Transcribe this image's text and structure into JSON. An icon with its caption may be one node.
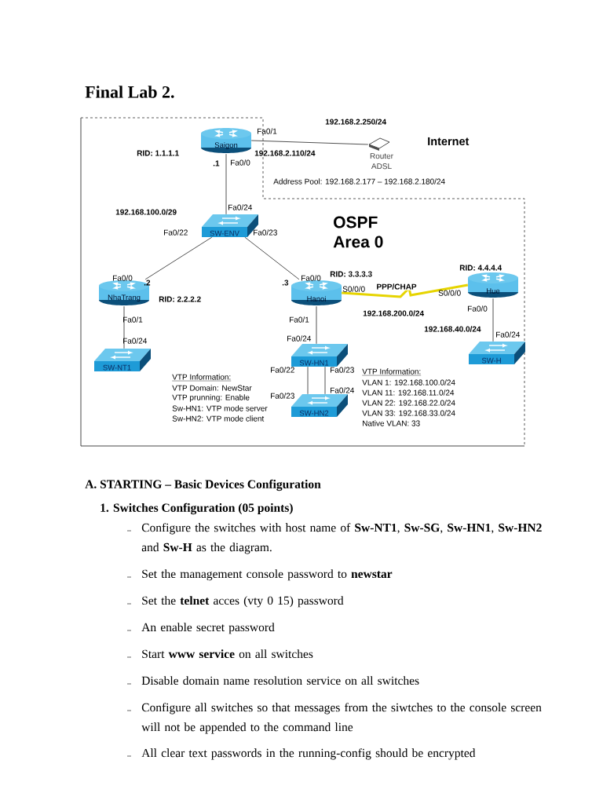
{
  "diagram": {
    "title": "Final Lab 2.",
    "nodes": [
      {
        "text": [
          "Saigon"
        ]
      },
      {
        "text": [],
        "shape": "box",
        "beside": [
          "Router ADSL"
        ]
      },
      {
        "text": [
          "SW-ENV"
        ]
      },
      {
        "text": [
          "NhaTrang"
        ]
      },
      {
        "text": [
          "Hanoi"
        ]
      },
      {
        "text": [
          "Hue"
        ]
      },
      {
        "text": [
          "SW-NT1"
        ]
      },
      {
        "text": [
          "SW-HN1"
        ]
      },
      {
        "text": [
          "SW-H"
        ]
      },
      {
        "text": [
          "SW-HN2"
        ]
      }
    ],
    "edges": [
      {
        "from": 0,
        "to": 1,
        "arrow": "none"
      },
      {
        "from": 0,
        "to": 2,
        "arrow": "none"
      },
      {
        "from": 2,
        "to": 3,
        "arrow": "none"
      },
      {
        "from": 2,
        "to": 4,
        "arrow": "none"
      },
      {
        "from": 3,
        "to": 6,
        "arrow": "none"
      },
      {
        "from": 4,
        "to": 7,
        "arrow": "none"
      },
      {
        "from": 4,
        "to": 5,
        "arrow": "none",
        "label": "PPP/CHAP",
        "style": "thick",
        "color": "#e6d400"
      },
      {
        "from": 5,
        "to": 8,
        "arrow": "none"
      },
      {
        "from": 7,
        "to": 9,
        "arrow": "none"
      },
      {
        "from": 7,
        "to": 9,
        "arrow": "none"
      }
    ],
    "labels": [
      "192.168.2.250/24",
      "Fa0/1",
      "Internet",
      "RID: 1.1.1.1",
      "192.168.2.110/24",
      ".1",
      "Fa0/0",
      "Address Pool: 192.168.2.177 – 192.168.2.180/24",
      "Fa0/24",
      "192.168.100.0/29",
      "OSPF",
      "Fa0/22",
      "Fa0/23",
      "Area 0",
      "Fa0/0",
      ".2",
      ".3",
      "Fa0/0",
      "RID: 3.3.3.3",
      "RID: 4.4.4.4",
      "S0/0/0",
      "S0/0/0",
      "RID: 2.2.2.2",
      "Fa0/0",
      "192.168.200.0/24",
      "Fa0/1",
      "Fa0/1",
      "192.168.40.0/24",
      "Fa0/24",
      "Fa0/24",
      "Fa0/24",
      "Fa0/22",
      "Fa0/23",
      "VTP Information:",
      "VTP Domain: NewStar",
      "VTP prunning: Enable",
      "Sw-HN1: VTP mode server",
      "Sw-HN2: VTP mode client",
      "VTP Information:",
      "VLAN 1: 192.168.100.0/24",
      "VLAN 11: 192.168.11.0/24",
      "VLAN 22: 192.168.22.0/24",
      "VLAN 33: 192.168.33.0/24",
      "Native VLAN: 33",
      "Fa0/24",
      "Fa0/23",
      "A. STARTING – Basic Devices Configuration",
      "1. Switches Configuration (05 points)",
      "Configure the switches with host name of **Sw-NT1**, **Sw-SG**, **Sw-HN1**, **Sw-HN2** and **Sw-H** as the diagram.",
      "Set the management console password to **newstar**",
      "Set the **telnet** acces (vty  0 15) password",
      "An enable secret password",
      "Start **www service** on all switches",
      "Disable domain name resolution service on all switches",
      "Configure all switches so that messages from the siwtches to the console screen will not be appended to the command line",
      "All clear text passwords in the running-config should be encrypted"
    ]
  }
}
